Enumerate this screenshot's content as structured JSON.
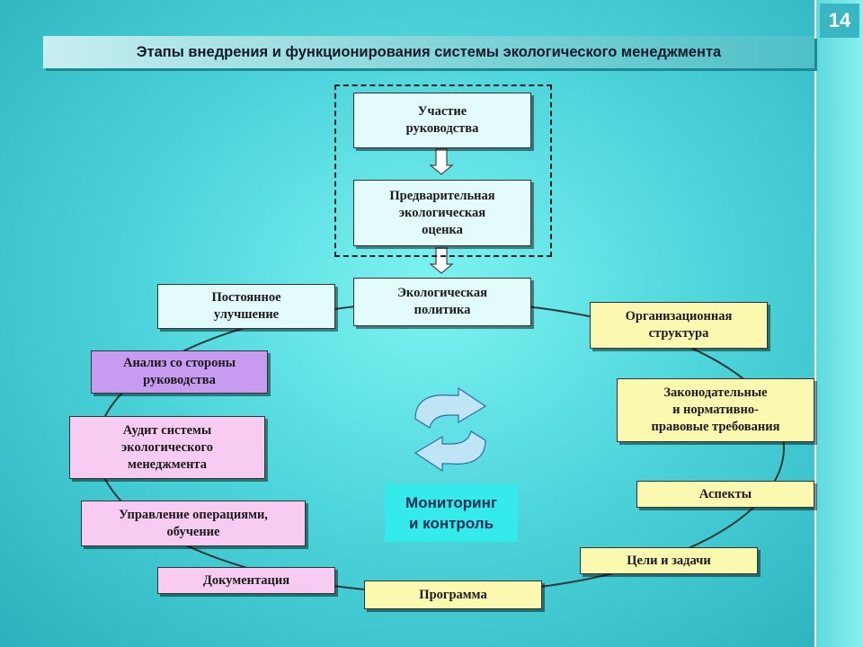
{
  "slide": {
    "number": "14"
  },
  "title": "Этапы внедрения и функционирования системы экологического менеджмента",
  "boxes": {
    "leadership": "Участие\nруководства",
    "preliminary": "Предварительная\nэкологическая\nоценка",
    "policy": "Экологическая\nполитика",
    "org_structure": "Организационная\nструктура",
    "legal": "Законодательные\nи нормативно-\nправовые требования",
    "aspects": "Аспекты",
    "goals": "Цели и задачи",
    "program": "Программа",
    "documentation": "Документация",
    "operations": "Управление операциями,\nобучение",
    "audit": "Аудит системы\nэкологического\nменеджмента",
    "review": "Анализ со стороны\nруководства",
    "improvement": "Постоянное\nулучшение"
  },
  "monitoring": "Мониторинг\nи контроль",
  "colors": {
    "cyan_box": "#e3fbfb",
    "yellow_box": "#fbf8b0",
    "violet_box": "#c79cf0",
    "pink_box": "#f8ccf2",
    "monitor_box": "#34eaea"
  }
}
